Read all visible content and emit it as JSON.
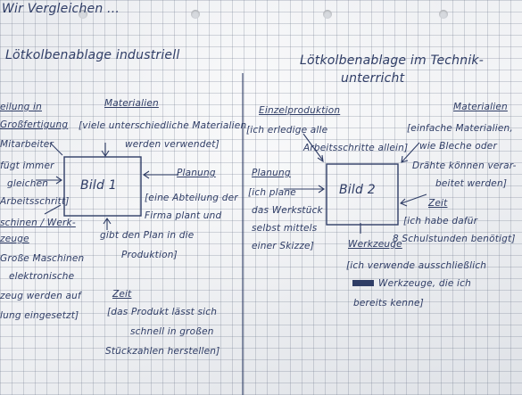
{
  "header": {
    "text": "Wir Vergleichen ..."
  },
  "left": {
    "title": "Lötkolbenablage industriell",
    "center_label": "Bild 1",
    "materialien": {
      "heading": "Materialien",
      "lines": [
        "[viele unterschiedliche Materialien",
        "werden verwendet]"
      ]
    },
    "planung": {
      "heading": "Planung",
      "lines": [
        "[eine Abteilung der",
        "Firma plant und",
        "gibt den Plan in die",
        "Produktion]"
      ]
    },
    "zeit": {
      "heading": "Zeit",
      "lines": [
        "[das Produkt lässt sich",
        "schnell in großen",
        "Stückzahlen herstellen]"
      ]
    },
    "fertigung": {
      "heading": "eilung in",
      "heading2": "Großfertigung",
      "lines": [
        "Mitarbeiter",
        "fügt immer",
        "gleichen",
        "Arbeitsschritt]"
      ]
    },
    "werkzeuge": {
      "heading": "schinen / Werk-",
      "heading2": "zeuge",
      "lines": [
        "Große Maschinen",
        "elektronische",
        "zeug werden auf",
        "lung eingesetzt]"
      ]
    }
  },
  "right": {
    "title": "Lötkolbenablage im Technik-",
    "title2": "unterricht",
    "center_label": "Bild 2",
    "einzelproduktion": {
      "heading": "Einzelproduktion",
      "lines": [
        "[ich erledige alle",
        "Arbeitsschritte allein]"
      ]
    },
    "materialien": {
      "heading": "Materialien",
      "lines": [
        "[einfache Materialien,",
        "wie Bleche oder",
        "Drähte können verar-",
        "beitet werden]"
      ]
    },
    "planung": {
      "heading": "Planung",
      "lines": [
        "[ich plane",
        "das Werkstück",
        "selbst mittels",
        "einer Skizze]"
      ]
    },
    "zeit": {
      "heading": "Zeit",
      "lines": [
        "[ich habe dafür",
        "8 Schulstunden benötigt]"
      ]
    },
    "werkzeuge": {
      "heading": "Werkzeuge",
      "lines": [
        "[ich verwende ausschließlich",
        "Werkzeuge, die ich",
        "bereits kenne]"
      ]
    }
  }
}
